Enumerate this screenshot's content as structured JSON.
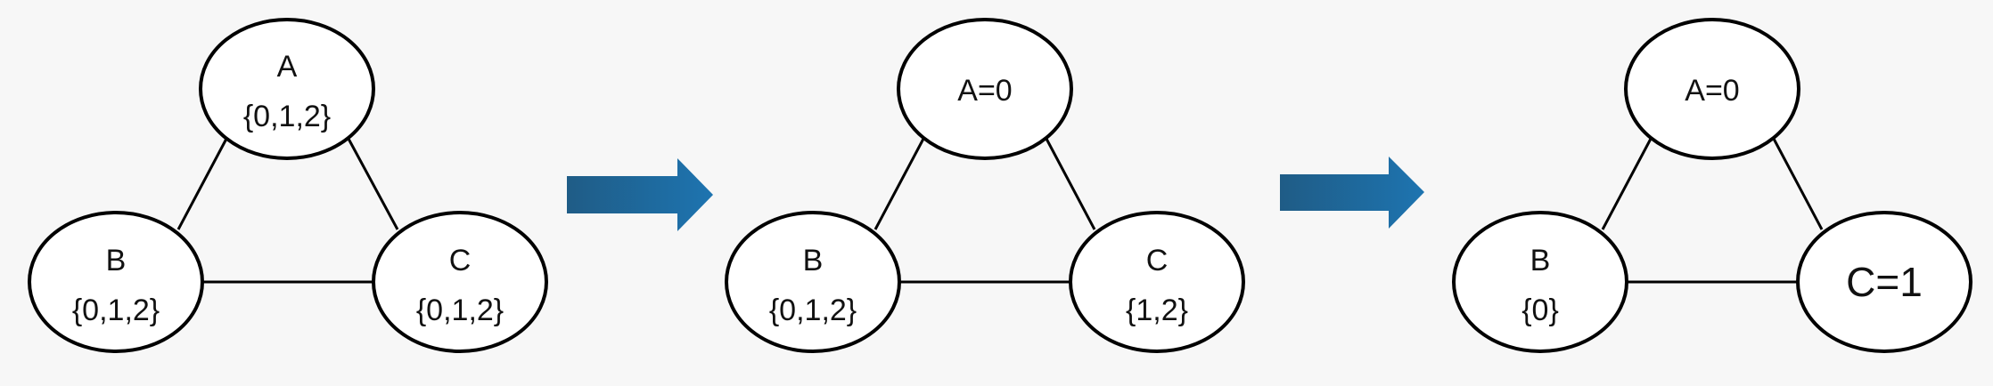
{
  "panels": [
    {
      "nodes": {
        "A": {
          "name": "A",
          "domain": "{0,1,2}"
        },
        "B": {
          "name": "B",
          "domain": "{0,1,2}"
        },
        "C": {
          "name": "C",
          "domain": "{0,1,2}"
        }
      }
    },
    {
      "nodes": {
        "A": {
          "label": "A=0"
        },
        "B": {
          "name": "B",
          "domain": "{0,1,2}"
        },
        "C": {
          "name": "C",
          "domain": "{1,2}"
        }
      }
    },
    {
      "nodes": {
        "A": {
          "label": "A=0"
        },
        "B": {
          "name": "B",
          "domain": "{0}"
        },
        "C": {
          "label": "C=1"
        }
      }
    }
  ],
  "colors": {
    "arrow_start": "#1f5c86",
    "arrow_end": "#1e74b0",
    "background": "#f7f7f7"
  }
}
